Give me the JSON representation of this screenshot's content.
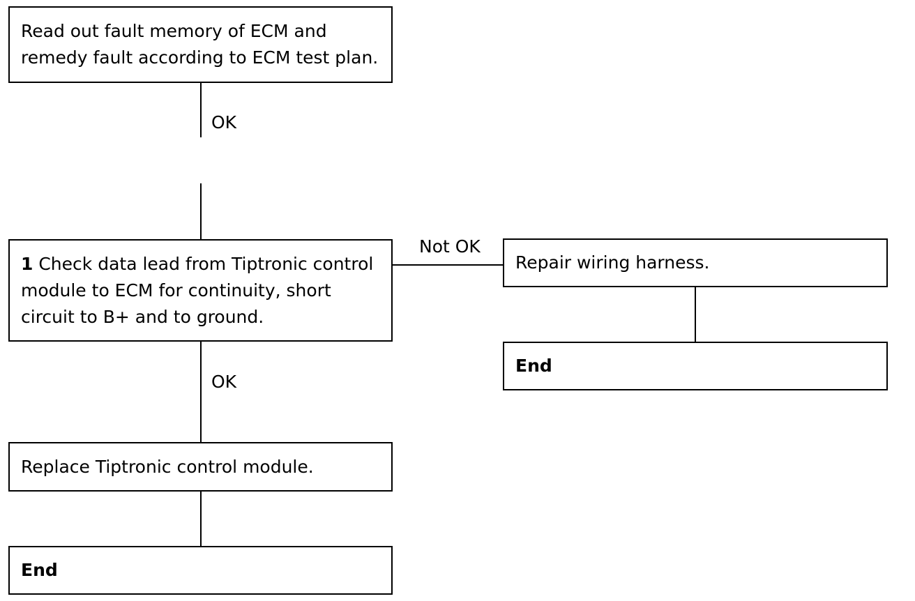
{
  "steps": {
    "read_fault_memory": "Read out fault memory of ECM and remedy fault according to ECM test plan.",
    "check_number": "1",
    "check_data_lead": " Check data lead from Tiptronic control module to ECM for continuity, short circuit to B+ and to ground.",
    "repair_harness": "Repair wiring harness.",
    "replace_module": "Replace Tiptronic control module.",
    "end_right": "End",
    "end_bottom": "End"
  },
  "labels": {
    "ok_top": "OK",
    "not_ok": "Not OK",
    "ok_middle": "OK"
  }
}
